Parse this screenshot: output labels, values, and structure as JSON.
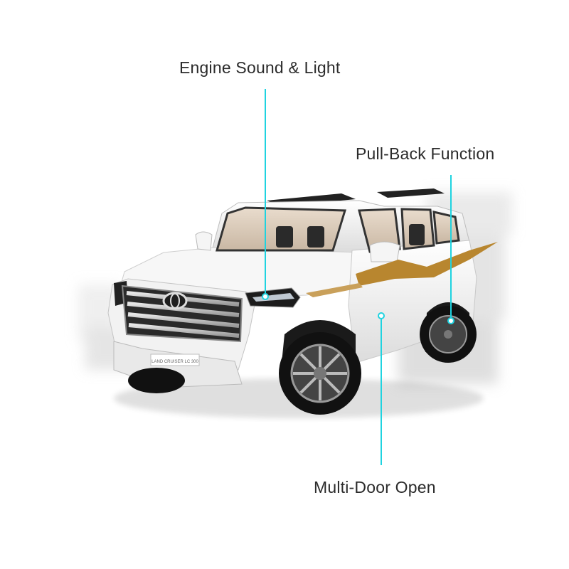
{
  "callouts": {
    "engine": "Engine Sound & Light",
    "pullback": "Pull-Back Function",
    "doors": "Multi-Door Open"
  },
  "product": {
    "plate_text": "LAND CRUISER LC 300"
  },
  "colors": {
    "callout_line": "#1fd3e0",
    "label_text": "#2b2b2b",
    "body": "#f4f4f4",
    "stripe": "#b8862f",
    "background": "#ffffff"
  }
}
